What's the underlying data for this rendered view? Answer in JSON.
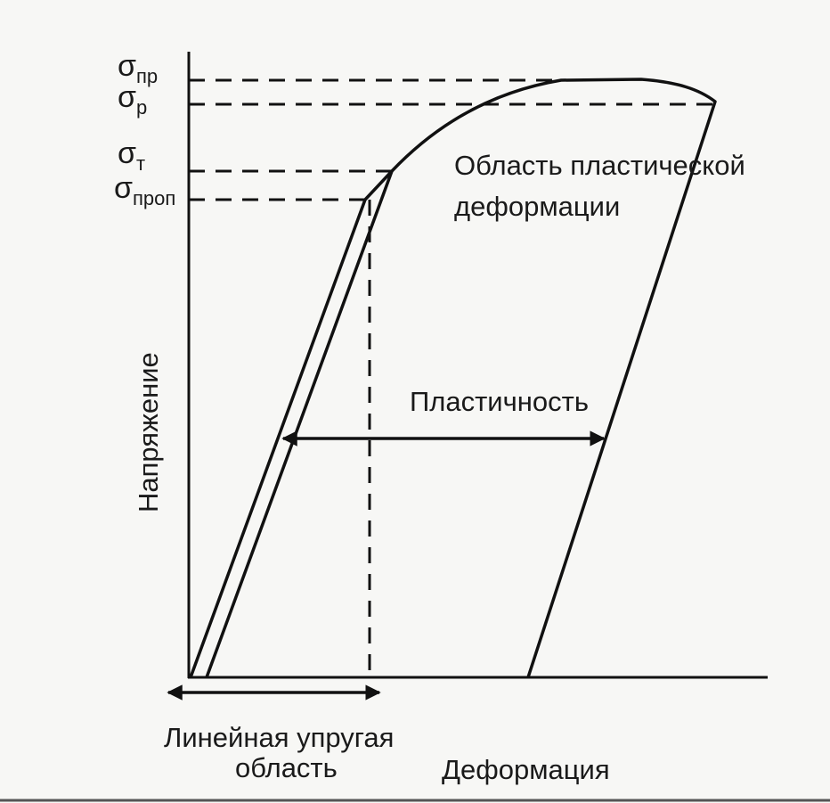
{
  "stress_levels": [
    {
      "symbol": "σ",
      "sub": "пр"
    },
    {
      "symbol": "σ",
      "sub": "р"
    },
    {
      "symbol": "σ",
      "sub": "т"
    },
    {
      "symbol": "σ",
      "sub": "проп"
    }
  ],
  "labels": {
    "plastic_region_line1": "Область пластической",
    "plastic_region_line2": "деформации",
    "ductility": "Пластичность",
    "y_axis": "Напряжение",
    "elastic_line1": "Линейная упругая",
    "elastic_line2": "область",
    "x_axis": "Деформация"
  }
}
